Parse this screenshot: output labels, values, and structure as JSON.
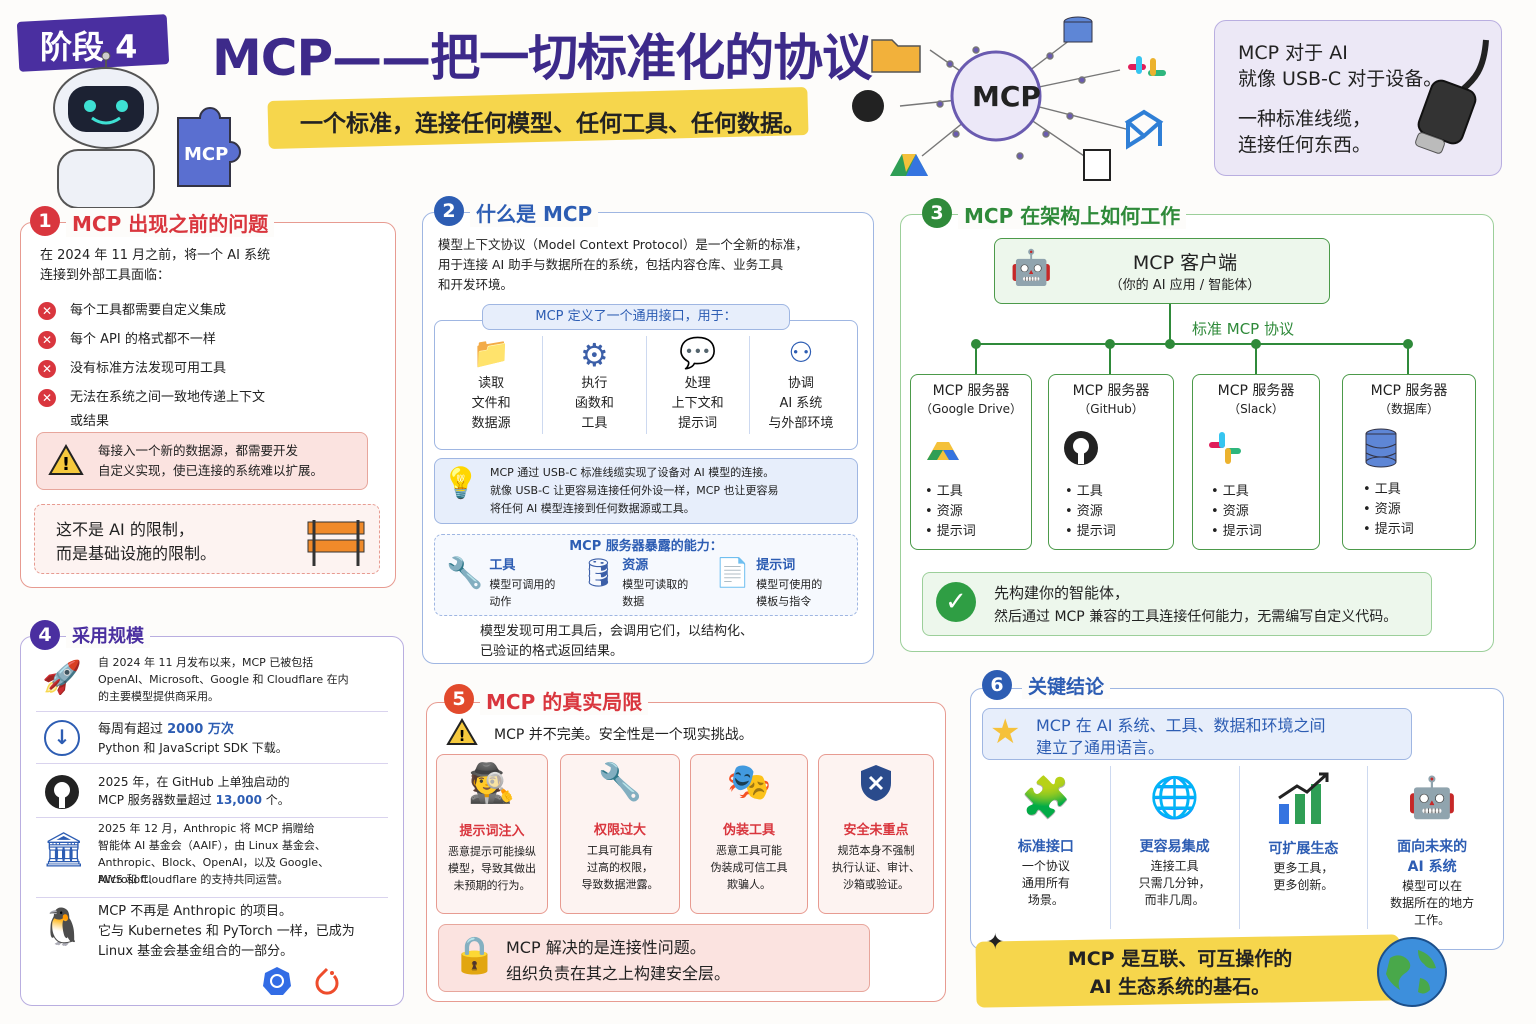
{
  "header": {
    "stage_badge": "阶段 4",
    "title": "MCP——把一切标准化的协议",
    "subtitle": "一个标准，连接任何模型、任何工具、任何数据。",
    "robot_puzzle_label": "MCP",
    "hub_label": "MCP",
    "usb_note_line1": "MCP 对于 AI",
    "usb_note_line2": "就像 USB-C 对于设备。",
    "usb_note_line3": "一种标准线缆，",
    "usb_note_line4": "连接任何东西。"
  },
  "section1": {
    "num": "1",
    "title": "MCP 出现之前的问题",
    "intro_line1": "在 2024 年 11 月之前，将一个 AI 系统",
    "intro_line2": "连接到外部工具面临：",
    "items": [
      {
        "text": "每个工具都需要自定义集成"
      },
      {
        "text": "每个 API 的格式都不一样"
      },
      {
        "text": "没有标准方法发现可用工具"
      },
      {
        "text": "无法在系统之间一致地传递上下文"
      }
    ],
    "item4_line2": "或结果",
    "warning_line1": "每接入一个新的数据源，都需要开发",
    "warning_line2": "自定义实现，使已连接的系统难以扩展。",
    "note_line1": "这不是 AI 的限制，",
    "note_line2": "而是基础设施的限制。"
  },
  "section2": {
    "num": "2",
    "title": "什么是 MCP",
    "desc_line1": "模型上下文协议（Model Context Protocol）是一个全新的标准，",
    "desc_line2": "用于连接 AI 助手与数据所在的系统，包括内容仓库、业务工具",
    "desc_line3": "和开发环境。",
    "interface_label": "MCP 定义了一个通用接口，用于：",
    "functions": [
      {
        "l1": "读取",
        "l2": "文件和",
        "l3": "数据源"
      },
      {
        "l1": "执行",
        "l2": "函数和",
        "l3": "工具"
      },
      {
        "l1": "处理",
        "l2": "上下文和",
        "l3": "提示词"
      },
      {
        "l1": "协调",
        "l2": "AI 系统",
        "l3": "与外部环境"
      }
    ],
    "usb_line1": "MCP 通过 USB-C 标准线缆实现了设备对 AI 模型的连接。",
    "usb_line2": "就像 USB-C 让更容易连接任何外设一样，MCP 也让更容易",
    "usb_line3": "将任何 AI 模型连接到任何数据源或工具。",
    "capabilities_label": "MCP 服务器暴露的能力：",
    "capabilities": [
      {
        "name": "工具",
        "d1": "模型可调用的",
        "d2": "动作"
      },
      {
        "name": "资源",
        "d1": "模型可读取的",
        "d2": "数据"
      },
      {
        "name": "提示词",
        "d1": "模型可使用的",
        "d2": "模板与指令"
      }
    ],
    "footer_line1": "模型发现可用工具后，会调用它们，以结构化、",
    "footer_line2": "已验证的格式返回结果。"
  },
  "section3": {
    "num": "3",
    "title": "MCP 在架构上如何工作",
    "client_title": "MCP 客户端",
    "client_sub": "（你的 AI 应用 / 智能体）",
    "protocol_label": "标准 MCP 协议",
    "servers": [
      {
        "title": "MCP 服务器",
        "sub": "（Google Drive）",
        "icon": "google-drive-icon"
      },
      {
        "title": "MCP 服务器",
        "sub": "（GitHub）",
        "icon": "github-icon"
      },
      {
        "title": "MCP 服务器",
        "sub": "（Slack）",
        "icon": "slack-icon"
      },
      {
        "title": "MCP 服务器",
        "sub": "（数据库）",
        "icon": "database-icon"
      }
    ],
    "server_items": [
      "• 工具",
      "• 资源",
      "• 提示词"
    ],
    "result_line1": "先构建你的智能体，",
    "result_line2": "然后通过 MCP 兼容的工具连接任何能力，无需编写自定义代码。"
  },
  "section4": {
    "num": "4",
    "title": "采用规模",
    "rows": [
      {
        "l1": "自 2024 年 11 月发布以来，MCP 已被包括",
        "l2": "OpenAI、Microsoft、Google 和 Cloudflare 在内",
        "l3": "的主要模型提供商采用。"
      },
      {
        "l1a": "每周有超过 ",
        "l1b": "2000 万次",
        "l2": "Python 和 JavaScript SDK 下载。"
      },
      {
        "l1": "2025 年，在 GitHub 上单独启动的",
        "l2a": "MCP 服务器数量超过 ",
        "l2b": "13,000",
        "l2c": " 个。"
      },
      {
        "l1": "2025 年 12 月，Anthropic 将 MCP 捐赠给",
        "l2": "智能体 AI 基金会（AAIF），由 Linux 基金会、",
        "l3": "Anthropic、Block、OpenAI，以及 Google、Microsoft、",
        "l4": "AWS 和 Cloudflare 的支持共同运营。"
      },
      {
        "l1": "MCP 不再是 Anthropic 的项目。",
        "l2": "它与 Kubernetes 和 PyTorch 一样，已成为",
        "l3": "Linux 基金会基金组合的一部分。"
      }
    ]
  },
  "section5": {
    "num": "5",
    "title": "MCP 的真实局限",
    "warning": "MCP 并不完美。安全性是一个现实挑战。",
    "risks": [
      {
        "title": "提示词注入",
        "d1": "恶意提示可能操纵",
        "d2": "模型，导致其做出",
        "d3": "未预期的行为。"
      },
      {
        "title": "权限过大",
        "d1": "工具可能具有",
        "d2": "过高的权限，",
        "d3": "导致数据泄露。"
      },
      {
        "title": "伪装工具",
        "d1": "恶意工具可能",
        "d2": "伪装成可信工具",
        "d3": "欺骗人。"
      },
      {
        "title": "安全未重点",
        "d1": "规范本身不强制",
        "d2": "执行认证、审计、",
        "d3": "沙箱或验证。"
      }
    ],
    "lock_line1": "MCP 解决的是连接性问题。",
    "lock_line2": "组织负责在其之上构建安全层。"
  },
  "section6": {
    "num": "6",
    "title": "关键结论",
    "star_line1": "MCP 在 AI 系统、工具、数据和环境之间",
    "star_line2": "建立了通用语言。",
    "points": [
      {
        "title": "标准接口",
        "d1": "一个协议",
        "d2": "通用所有",
        "d3": "场景。"
      },
      {
        "title": "更容易集成",
        "d1": "连接工具",
        "d2": "只需几分钟，",
        "d3": "而非几周。"
      },
      {
        "title": "可扩展生态",
        "d1": "更多工具，",
        "d2": "更多创新。",
        "d3": ""
      },
      {
        "title": "面向未来的",
        "title2": "AI 系统",
        "d1": "模型可以在",
        "d2": "数据所在的地方",
        "d3": "工作。"
      }
    ],
    "final_line1": "MCP 是互联、可互操作的",
    "final_line2": "AI 生态系统的基石。"
  },
  "colors": {
    "purple": "#4a2fa0",
    "red": "#d9363e",
    "blue": "#2d5db3",
    "green": "#2f8a3a",
    "yellow": "#f5d548"
  }
}
